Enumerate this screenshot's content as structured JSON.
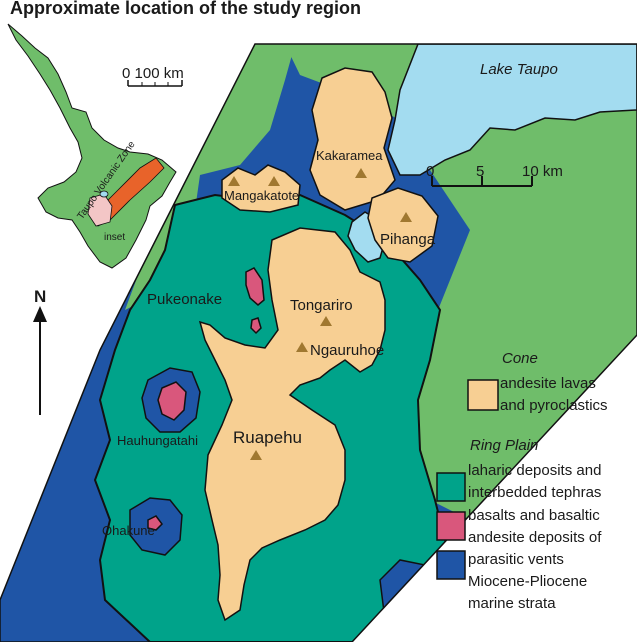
{
  "colors": {
    "marine_strata": "#1f55a6",
    "laharic": "#00a38a",
    "basalts": "#d9577c",
    "andesite_cone": "#f7cf93",
    "lake": "#a3dcf0",
    "land_green": "#6fbd6a",
    "volcanic_zone": "#e8632a",
    "vent_marker": "#a07830"
  },
  "title_partial": "Approximate location of the study region",
  "lake_label": "Lake Taupo",
  "inset": {
    "scale_label": "0 100 km",
    "zone_label": "Taupo Volcanic Zone",
    "inset_label": "inset"
  },
  "north_label": "N",
  "scale_bar": {
    "ticks": [
      "0",
      "5",
      "10 km"
    ]
  },
  "places": {
    "kakaramea": "Kakaramea",
    "mangakatote": "Mangakatote",
    "pihanga": "Pihanga",
    "pukeonake": "Pukeonake",
    "tongariro": "Tongariro",
    "ngauruhoe": "Ngauruhoe",
    "hauhungatahi": "Hauhungatahi",
    "ruapehu": "Ruapehu",
    "ohakune": "Ohakune"
  },
  "legend": {
    "cone_title": "Cone",
    "cone_lines": [
      "andesite lavas",
      "and pyroclastics"
    ],
    "ring_title": "Ring Plain",
    "laharic_lines": [
      "laharic deposits and",
      "interbedded tephras"
    ],
    "basalt_lines": [
      "basalts and basaltic",
      "andesite deposits of",
      "parasitic vents"
    ],
    "marine_lines": [
      "Miocene-Pliocene",
      "marine strata"
    ]
  }
}
